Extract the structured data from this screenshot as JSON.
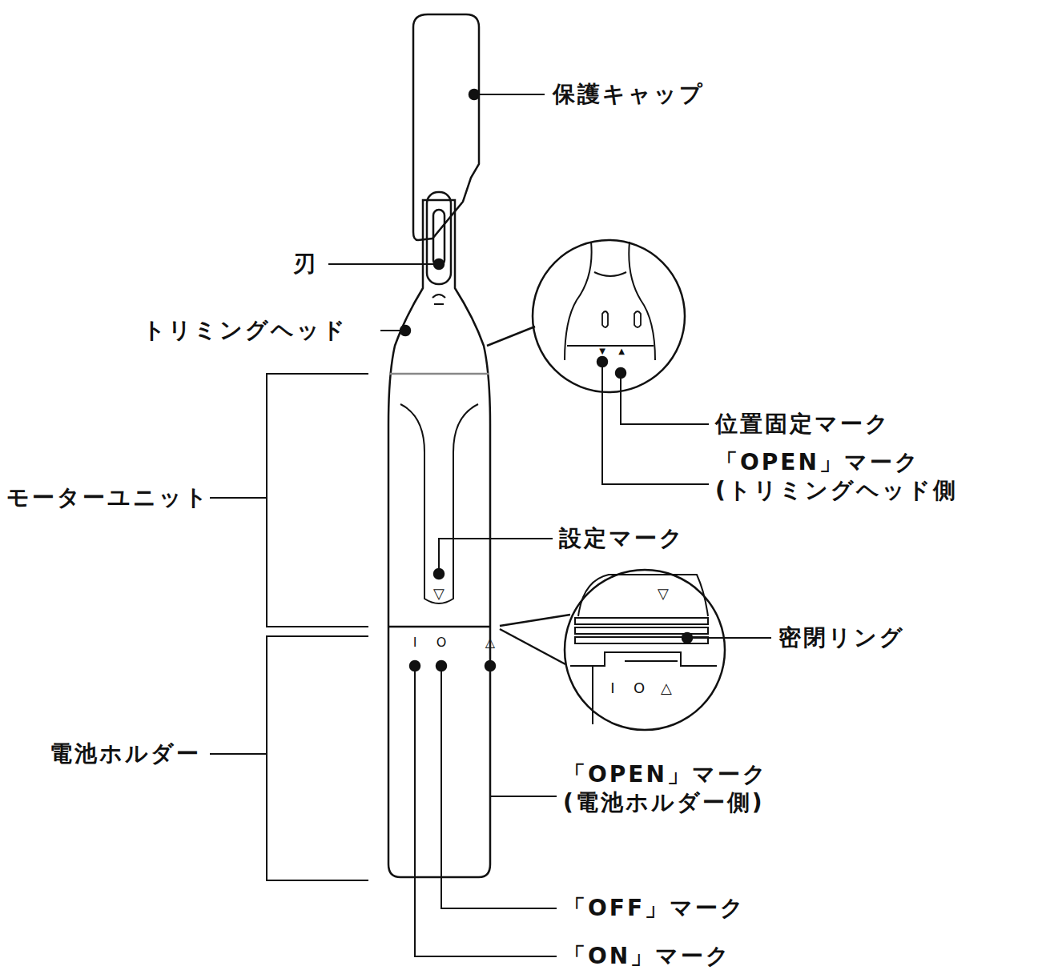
{
  "diagram": {
    "labels": [
      "保護キャップ",
      "刃",
      "トリミングヘッド",
      "▼",
      "▲",
      "位置固定マーク",
      "「OPEN」マーク (トリミングヘッド側",
      "モーターユニット",
      "設定マーク",
      "▽",
      "▽",
      "密閉リング",
      "I",
      "O",
      "△",
      "I",
      "O",
      "△",
      "電池ホルダー",
      "「OPEN」マーク (電池ホルダー側)",
      "「OFF」マーク",
      "「ON」マーク"
    ]
  }
}
